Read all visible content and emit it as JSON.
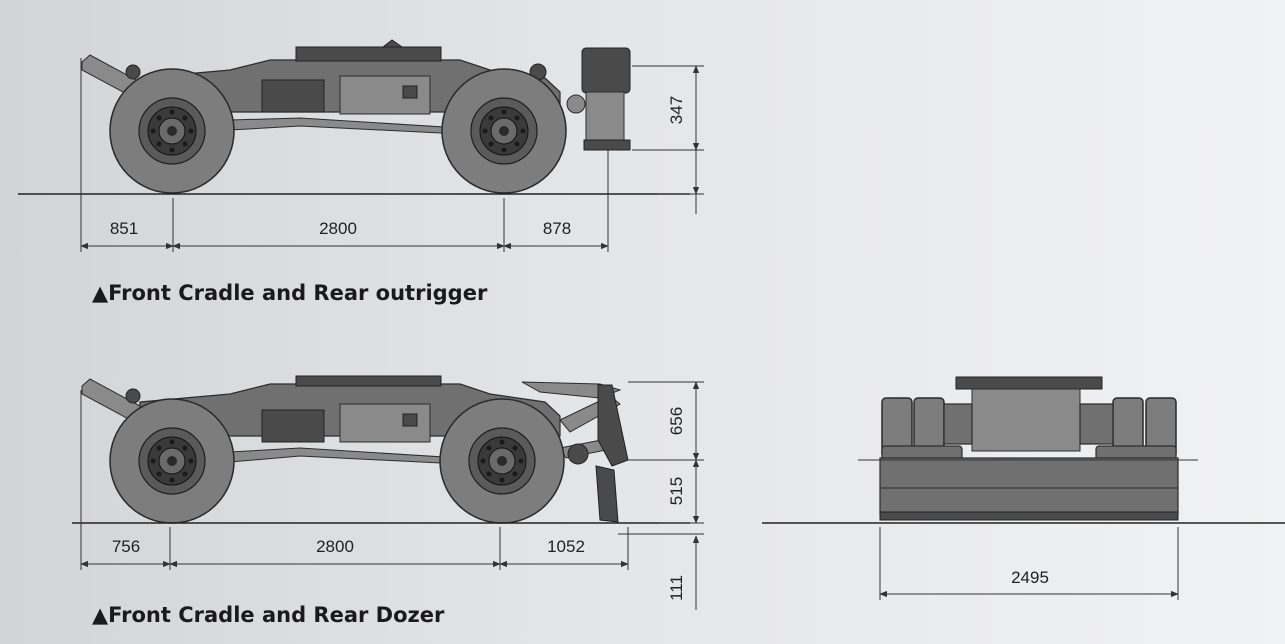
{
  "views": {
    "outrigger": {
      "caption": "▲Front Cradle and Rear outrigger",
      "dims": {
        "front": "851",
        "wheelbase": "2800",
        "rear": "878",
        "height": "347"
      }
    },
    "dozer": {
      "caption": "▲Front Cradle and Rear Dozer",
      "dims": {
        "front": "756",
        "wheelbase": "2800",
        "rear": "1052",
        "blade_upper": "656",
        "blade_lower": "515",
        "below_ground": "111"
      }
    },
    "front_view": {
      "dims": {
        "width": "2495"
      }
    }
  },
  "colors": {
    "body": "#707070",
    "dark": "#4a4a4a",
    "tire": "#7d7d7d",
    "line": "#333333"
  }
}
